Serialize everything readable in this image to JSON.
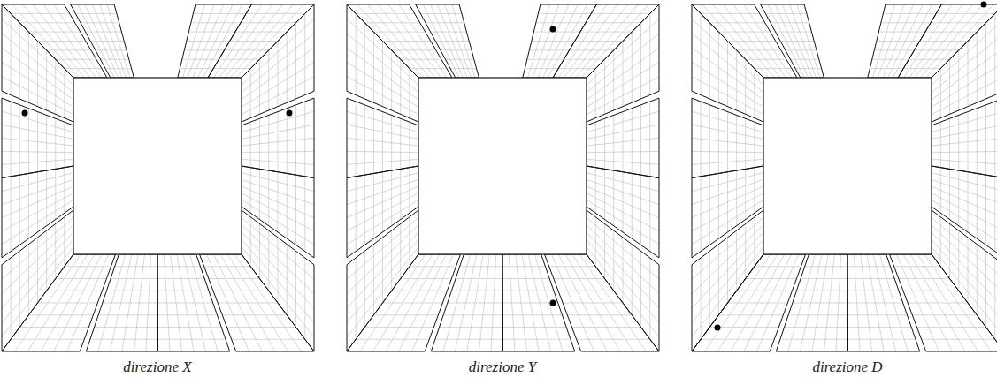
{
  "diagram": {
    "labels": [
      "direzione X",
      "direzione Y",
      "direzione D"
    ]
  }
}
